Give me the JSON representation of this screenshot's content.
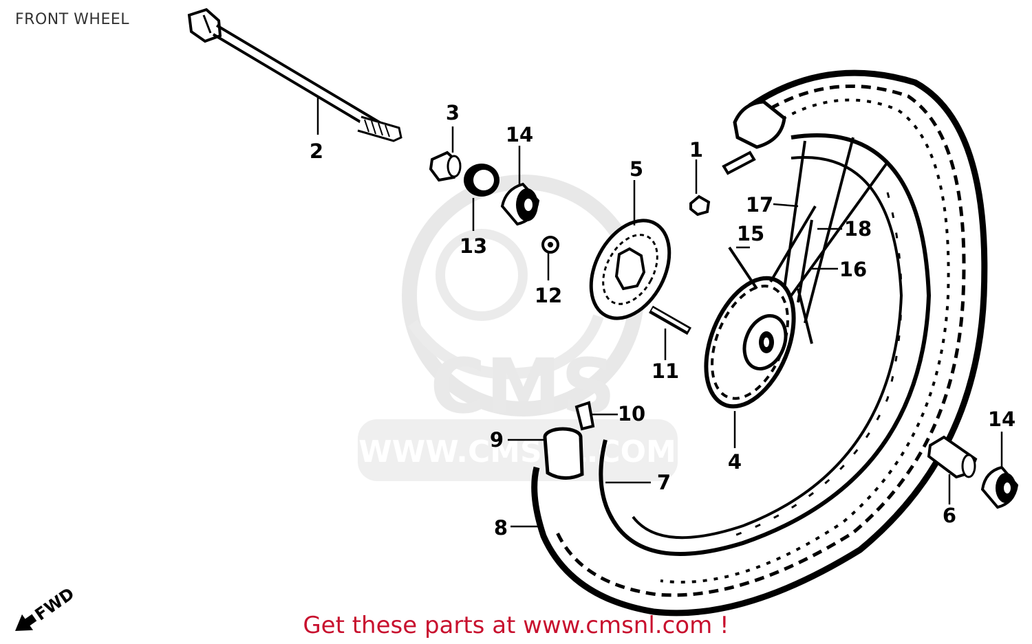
{
  "page": {
    "title": "FRONT WHEEL"
  },
  "watermark": {
    "brand": "CMS",
    "url": "WWW.CMSNL.COM"
  },
  "fwd_label": "FWD",
  "callouts": {
    "c1": "1",
    "c2": "2",
    "c3": "3",
    "c4": "4",
    "c5": "5",
    "c6a": "6",
    "c6b": "6",
    "c7": "7",
    "c8": "8",
    "c9": "9",
    "c10": "10",
    "c11": "11",
    "c12": "12",
    "c13": "13",
    "c14a": "14",
    "c14b": "14",
    "c15": "15",
    "c16": "16",
    "c17": "17",
    "c18": "18"
  },
  "footer": {
    "cta": "Get these parts at www.cmsnl.com !"
  },
  "colors": {
    "cta": "#c8102e",
    "ink": "#000000",
    "watermark": "#d6d6d6"
  }
}
